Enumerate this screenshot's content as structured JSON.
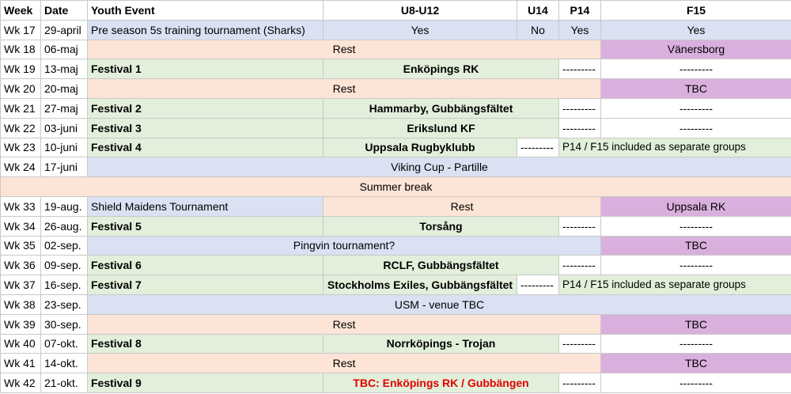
{
  "headers": {
    "week": "Week",
    "date": "Date",
    "event": "Youth Event",
    "u8u12": "U8-U12",
    "u14": "U14",
    "p14": "P14",
    "f15": "F15"
  },
  "dash": "---------",
  "rows": [
    {
      "week": "Wk 17",
      "date": "29-april",
      "event": "Pre season 5s training tournament (Sharks)",
      "u8u12": "Yes",
      "u14": "No",
      "p14": "Yes",
      "f15": "Yes"
    },
    {
      "week": "Wk 18",
      "date": "06-maj",
      "span": "Rest",
      "f15": "Vänersborg"
    },
    {
      "week": "Wk 19",
      "date": "13-maj",
      "event": "Festival 1",
      "venue": "Enköpings RK",
      "f15": "---------"
    },
    {
      "week": "Wk 20",
      "date": "20-maj",
      "span": "Rest",
      "f15": "TBC"
    },
    {
      "week": "Wk 21",
      "date": "27-maj",
      "event": "Festival 2",
      "venue": "Hammarby, Gubbängsfältet",
      "f15": "---------"
    },
    {
      "week": "Wk 22",
      "date": "03-juni",
      "event": "Festival 3",
      "venue": "Erikslund KF",
      "f15": "---------"
    },
    {
      "week": "Wk 23",
      "date": "10-juni",
      "event": "Festival 4",
      "venue": "Uppsala Rugbyklubb",
      "u14": "---------",
      "note": "P14 / F15 included as separate groups"
    },
    {
      "week": "Wk 24",
      "date": "17-juni",
      "span": "Viking Cup - Partille"
    },
    {
      "summer": "Summer break"
    },
    {
      "week": "Wk 33",
      "date": "19-aug.",
      "event": "Shield Maidens Tournament",
      "mid": "Rest",
      "f15": "Uppsala RK"
    },
    {
      "week": "Wk 34",
      "date": "26-aug.",
      "event": "Festival 5",
      "venue": "Torsång",
      "f15": "---------"
    },
    {
      "week": "Wk 35",
      "date": "02-sep.",
      "span": "Pingvin tournament?",
      "f15": "TBC"
    },
    {
      "week": "Wk 36",
      "date": "09-sep.",
      "event": "Festival 6",
      "venue": "RCLF, Gubbängsfältet",
      "f15": "---------"
    },
    {
      "week": "Wk 37",
      "date": "16-sep.",
      "event": "Festival 7",
      "venue": "Stockholms Exiles, Gubbängsfältet",
      "u14": "---------",
      "note": "P14 / F15 included as separate groups"
    },
    {
      "week": "Wk 38",
      "date": "23-sep.",
      "span": "USM - venue TBC"
    },
    {
      "week": "Wk 39",
      "date": "30-sep.",
      "span": "Rest",
      "f15": "TBC"
    },
    {
      "week": "Wk 40",
      "date": "07-okt.",
      "event": "Festival 8",
      "venue": "Norrköpings - Trojan",
      "f15": "---------"
    },
    {
      "week": "Wk 41",
      "date": "14-okt.",
      "span": "Rest",
      "f15": "TBC"
    },
    {
      "week": "Wk 42",
      "date": "21-okt.",
      "event": "Festival 9",
      "venue": "TBC: Enköpings RK / Gubbängen",
      "f15": "---------"
    }
  ]
}
